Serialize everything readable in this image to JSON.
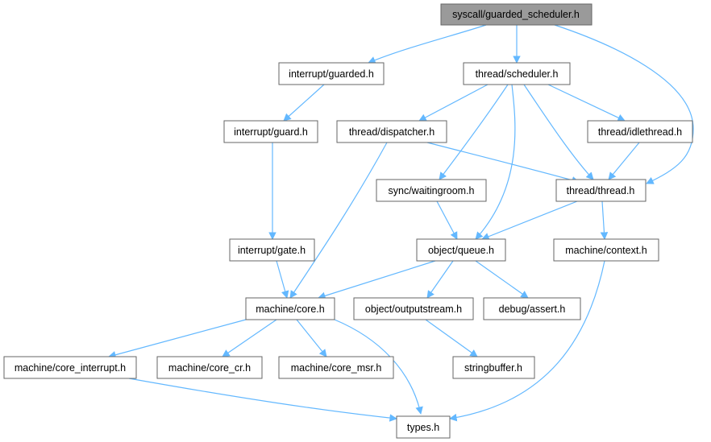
{
  "graph": {
    "nodes": {
      "root": "syscall/guarded_scheduler.h",
      "guarded": "interrupt/guarded.h",
      "scheduler": "thread/scheduler.h",
      "guard": "interrupt/guard.h",
      "dispatcher": "thread/dispatcher.h",
      "idlethread": "thread/idlethread.h",
      "waitingroom": "sync/waitingroom.h",
      "thread": "thread/thread.h",
      "gate": "interrupt/gate.h",
      "queue": "object/queue.h",
      "context": "machine/context.h",
      "core": "machine/core.h",
      "outputstream": "object/outputstream.h",
      "assert": "debug/assert.h",
      "core_interrupt": "machine/core_interrupt.h",
      "core_cr": "machine/core_cr.h",
      "core_msr": "machine/core_msr.h",
      "stringbuffer": "stringbuffer.h",
      "types": "types.h"
    },
    "colors": {
      "edge": "#63b8ff",
      "node_border": "#666666",
      "root_fill": "#9a9a9a",
      "node_fill": "#ffffff"
    }
  }
}
